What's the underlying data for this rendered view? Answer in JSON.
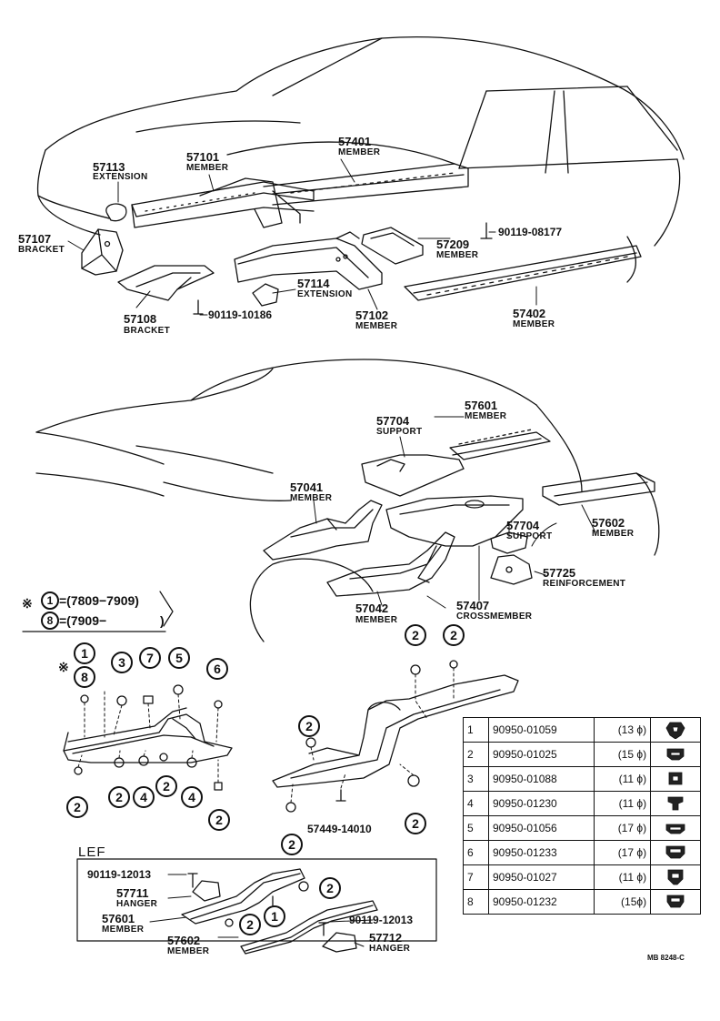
{
  "top_section": {
    "c57113": {
      "part": "57113",
      "name": "EXTENSION"
    },
    "c57101": {
      "part": "57101",
      "name": "MEMBER"
    },
    "c57401": {
      "part": "57401",
      "name": "MEMBER"
    },
    "c57107": {
      "part": "57107",
      "name": "BRACKET"
    },
    "c57209": {
      "part": "57209",
      "name": "MEMBER"
    },
    "bolt_08177": "90119-08177",
    "c57114": {
      "part": "57114",
      "name": "EXTENSION"
    },
    "c57108": {
      "part": "57108",
      "name": "BRACKET"
    },
    "bolt_10186": "90119-10186",
    "c57102": {
      "part": "57102",
      "name": "MEMBER"
    },
    "c57402": {
      "part": "57402",
      "name": "MEMBER"
    }
  },
  "middle_section": {
    "c57601": {
      "part": "57601",
      "name": "MEMBER"
    },
    "c57704a": {
      "part": "57704",
      "name": "SUPPORT"
    },
    "c57041": {
      "part": "57041",
      "name": "MEMBER"
    },
    "c57704b": {
      "part": "57704",
      "name": "SUPPORT"
    },
    "c57602": {
      "part": "57602",
      "name": "MEMBER"
    },
    "c57725": {
      "part": "57725",
      "name": "REINFORCEMENT"
    },
    "c57042": {
      "part": "57042",
      "name": "MEMBER"
    },
    "c57407": {
      "part": "57407",
      "name": "CROSSMEMBER"
    }
  },
  "legend_note": {
    "symbol": "※",
    "row1_marker": "1",
    "row1_text": "=(7809−7909)",
    "row2_marker": "8",
    "row2_text": "=(7909−",
    "row2_close": ")"
  },
  "lower_left": {
    "symbol": "※",
    "callouts": [
      "1",
      "8",
      "3",
      "7",
      "5",
      "6",
      "2",
      "2",
      "4",
      "2",
      "4",
      "2"
    ]
  },
  "lower_middle": {
    "callouts": [
      "2",
      "2",
      "2",
      "2",
      "2"
    ],
    "bolt_14010": "57449-14010"
  },
  "lef_box": {
    "title": "LEF",
    "bolt_a": "90119-12013",
    "c57711": {
      "part": "57711",
      "name": "HANGER"
    },
    "c57601": {
      "part": "57601",
      "name": "MEMBER"
    },
    "c57602": {
      "part": "57602",
      "name": "MEMBER"
    },
    "bolt_b": "90119-12013",
    "c57712": {
      "part": "57712",
      "name": "HANGER"
    },
    "callouts": [
      "2",
      "2",
      "1"
    ]
  },
  "clip_table": {
    "rows": [
      {
        "index": "1",
        "part": "90950-01059",
        "size": "(13 ϕ)",
        "icon": "clip-type-1-icon"
      },
      {
        "index": "2",
        "part": "90950-01025",
        "size": "(15 ϕ)",
        "icon": "clip-type-2-icon"
      },
      {
        "index": "3",
        "part": "90950-01088",
        "size": "(11 ϕ)",
        "icon": "clip-type-3-icon"
      },
      {
        "index": "4",
        "part": "90950-01230",
        "size": "(11 ϕ)",
        "icon": "clip-type-4-icon"
      },
      {
        "index": "5",
        "part": "90950-01056",
        "size": "(17 ϕ)",
        "icon": "clip-type-5-icon"
      },
      {
        "index": "6",
        "part": "90950-01233",
        "size": "(17 ϕ)",
        "icon": "clip-type-6-icon"
      },
      {
        "index": "7",
        "part": "90950-01027",
        "size": "(11 ϕ)",
        "icon": "clip-type-7-icon"
      },
      {
        "index": "8",
        "part": "90950-01232",
        "size": "(15ϕ)",
        "icon": "clip-type-8-icon"
      }
    ]
  },
  "drawing_code": "MB 8248-C"
}
